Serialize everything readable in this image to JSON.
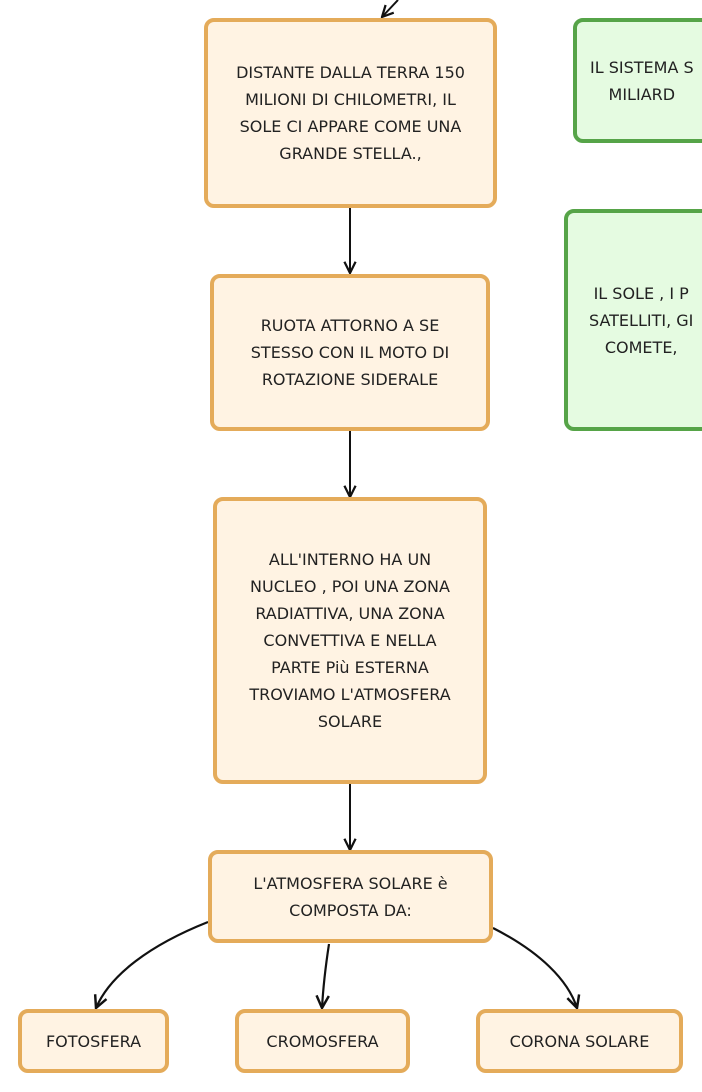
{
  "nodes": {
    "distance": "DISTANTE DALLA TERRA 150\nMILIONI DI  CHILOMETRI, IL\nSOLE CI APPARE COME UNA\nGRANDE STELLA.,",
    "rotation": "RUOTA ATTORNO A SE\nSTESSO CON IL  MOTO DI\nROTAZIONE SIDERALE",
    "interior": "ALL'INTERNO HA UN\nNUCLEO , POI UNA ZONA\nRADIATTIVA, UNA ZONA\nCONVETTIVA E NELLA\nPARTE Più ESTERNA\nTROVIAMO L'ATMOSFERA\nSOLARE",
    "atmosphere": "L'ATMOSFERA SOLARE è\nCOMPOSTA DA:",
    "photosphere": "FOTOSFERA",
    "chromosphere": "CROMOSFERA",
    "corona": "CORONA SOLARE",
    "solar_system_partial": "IL SISTEMA S\nMILIARD",
    "sun_planets_partial": "IL SOLE , I P\nSATELLITI, GI\nCOMETE,"
  },
  "colors": {
    "orange_border": "#e4ab5a",
    "orange_fill": "#fff3e3",
    "green_border": "#56a448",
    "green_fill": "#e5fbe1",
    "arrow": "#111111"
  }
}
